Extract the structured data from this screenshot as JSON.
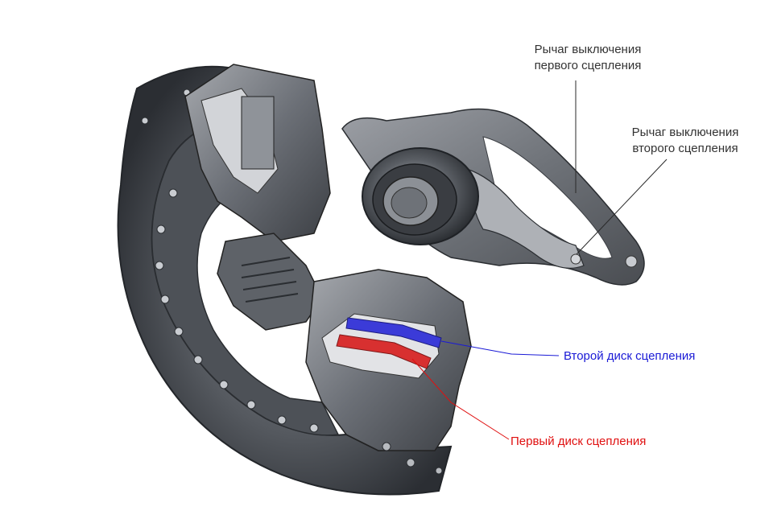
{
  "labels": {
    "lever_first": {
      "line1": "Рычаг выключения",
      "line2": "первого сцепления",
      "color": "#333333"
    },
    "lever_second": {
      "line1": "Рычаг выключения",
      "line2": "второго сцепления",
      "color": "#333333"
    },
    "disc_second": {
      "text": "Второй диск сцепления",
      "color": "#1a1ad6"
    },
    "disc_first": {
      "text": "Первый диск сцепления",
      "color": "#e01010"
    }
  },
  "colors": {
    "metal_dark": "#3a3d42",
    "metal_mid": "#6c7077",
    "metal_light": "#b9bcc1",
    "disc_blue": "#3b3bd8",
    "disc_red": "#d83030",
    "leader": "#2a2a2a"
  }
}
